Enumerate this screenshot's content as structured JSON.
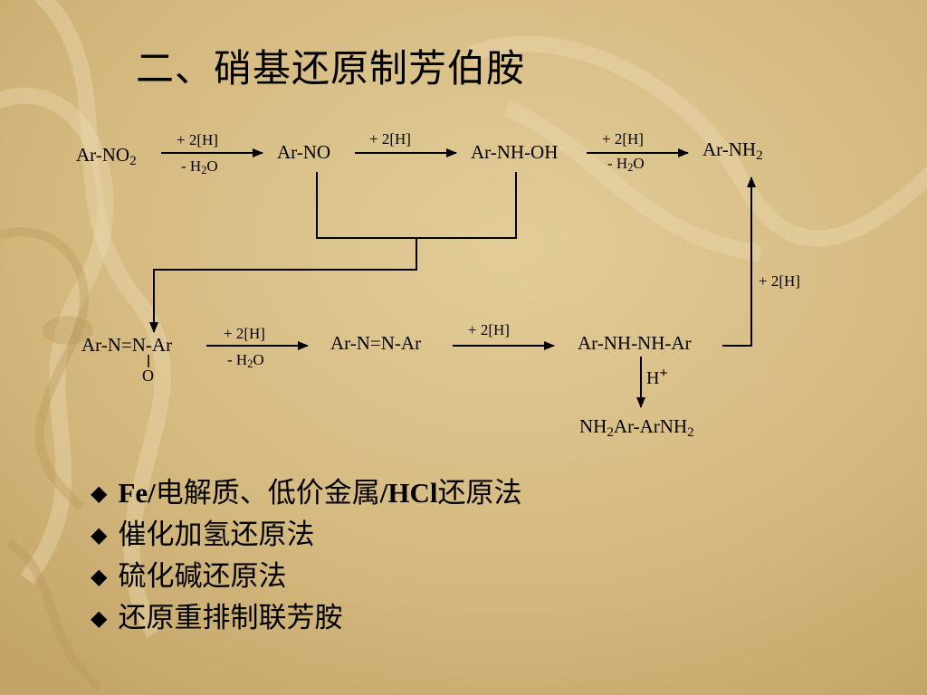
{
  "title": "二、硝基还原制芳伯胺",
  "scheme": {
    "ar_no2": {
      "main": "Ar-NO",
      "sub": "2"
    },
    "ar_no": "Ar-NO",
    "ar_nhoh": "Ar-NH-OH",
    "ar_nh2": {
      "main": "Ar-NH",
      "sub": "2"
    },
    "azoxy": {
      "main": "Ar-N=N-Ar",
      "oxygen": "O"
    },
    "azo": "Ar-N=N-Ar",
    "hydrazo": "Ar-NH-NH-Ar",
    "benzidine": {
      "p1": "NH",
      "s1": "2",
      "p2": "Ar-ArNH",
      "s2": "2"
    },
    "plus_2h": "+ 2[H]",
    "minus_water": {
      "pre": "- H",
      "sub": "2",
      "post": "O"
    },
    "acid": {
      "main": "H",
      "sup": "+"
    }
  },
  "methods": [
    {
      "bullet": "◆",
      "bold_parts": [
        "Fe/",
        "/HCl"
      ],
      "segments": [
        "Fe/",
        "电解质、低价金属",
        "/HCl",
        "还原法"
      ]
    },
    {
      "bullet": "◆",
      "text": "催化加氢还原法"
    },
    {
      "bullet": "◆",
      "text": "硫化碱还原法"
    },
    {
      "bullet": "◆",
      "text": "还原重排制联芳胺"
    }
  ]
}
